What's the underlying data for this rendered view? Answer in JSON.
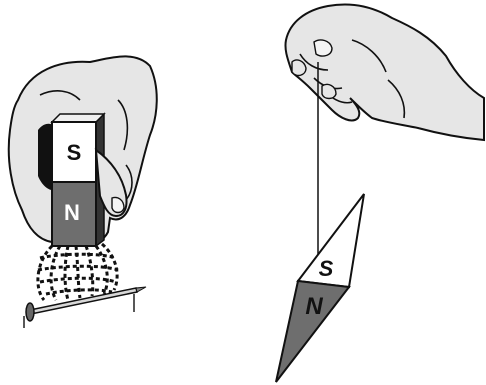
{
  "magnet": {
    "top_pole": "S",
    "bottom_pole": "N"
  },
  "compass_needle": {
    "top_pole": "S",
    "bottom_pole": "N"
  },
  "colors": {
    "hand_fill": "#e6e6e6",
    "north_fill": "#6e6e6e",
    "south_fill": "#ffffff",
    "outline": "#111111"
  }
}
